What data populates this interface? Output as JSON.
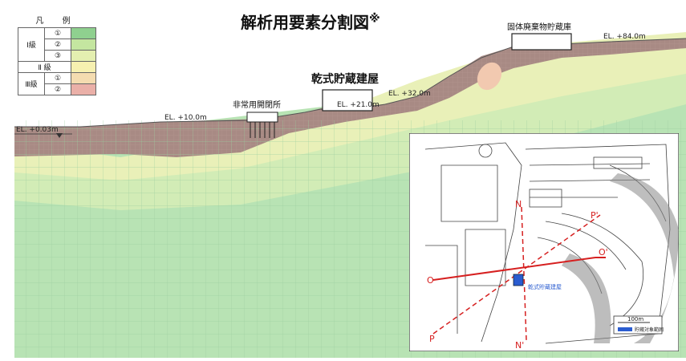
{
  "title": "解析用要素分割図",
  "title_mark": "※",
  "legend": {
    "header": "凡 例",
    "rows": [
      {
        "group": "Ⅰ級",
        "num": "①",
        "color": "#8fd08f"
      },
      {
        "group": "",
        "num": "②",
        "color": "#c4e6a0"
      },
      {
        "group": "",
        "num": "③",
        "color": "#e4efb0"
      },
      {
        "group": "Ⅱ 級",
        "num": "",
        "color": "#f6f0b0"
      },
      {
        "group": "Ⅲ級",
        "num": "①",
        "color": "#f4dcb0"
      },
      {
        "group": "",
        "num": "②",
        "color": "#eab0a8"
      }
    ]
  },
  "labels": {
    "el_sea": "EL. +0.03m",
    "el_10": "EL. +10.0m",
    "el_21": "EL. +21.0m",
    "el_32": "EL. +32.0m",
    "el_84": "EL. +84.0m",
    "emergency_gate": "非常用開閉所",
    "dry_storage": "乾式貯蔵建屋",
    "solid_waste": "固体廃棄物貯蔵庫"
  },
  "inset": {
    "building_label": "乾式貯蔵建屋",
    "scale": "100m",
    "legend_label": "貯蔵対象範囲",
    "markers": [
      "O",
      "O'",
      "P",
      "P'",
      "N",
      "N'"
    ]
  },
  "colors": {
    "mesh_line": "#7fbf8a",
    "brown": "#9a7a72",
    "section_red": "#d62020",
    "inset_blue": "#2a5cd0"
  }
}
